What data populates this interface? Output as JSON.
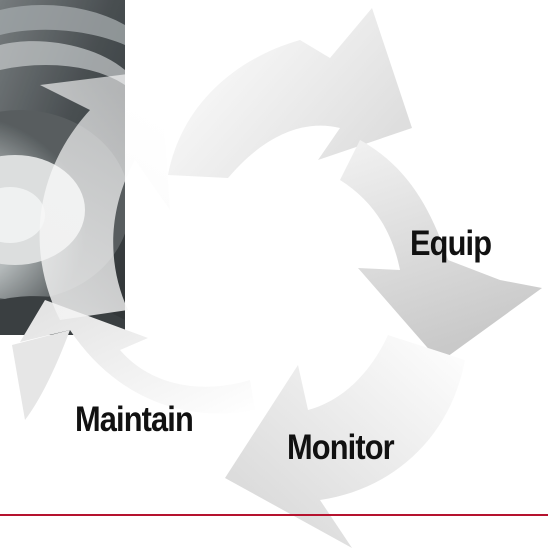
{
  "labels": {
    "equip": "Equip",
    "maintain": "Maintain",
    "monitor": "Monitor"
  },
  "colors": {
    "arrow_light": "#f7f7f7",
    "arrow_dark": "#cfcfcf",
    "text": "#111111",
    "rule": "#b5122e",
    "photo_dark": "#2e3336",
    "photo_light": "#d9dcdc"
  },
  "icons": {
    "background_photo": "tire-wheel-closeup-photo"
  }
}
